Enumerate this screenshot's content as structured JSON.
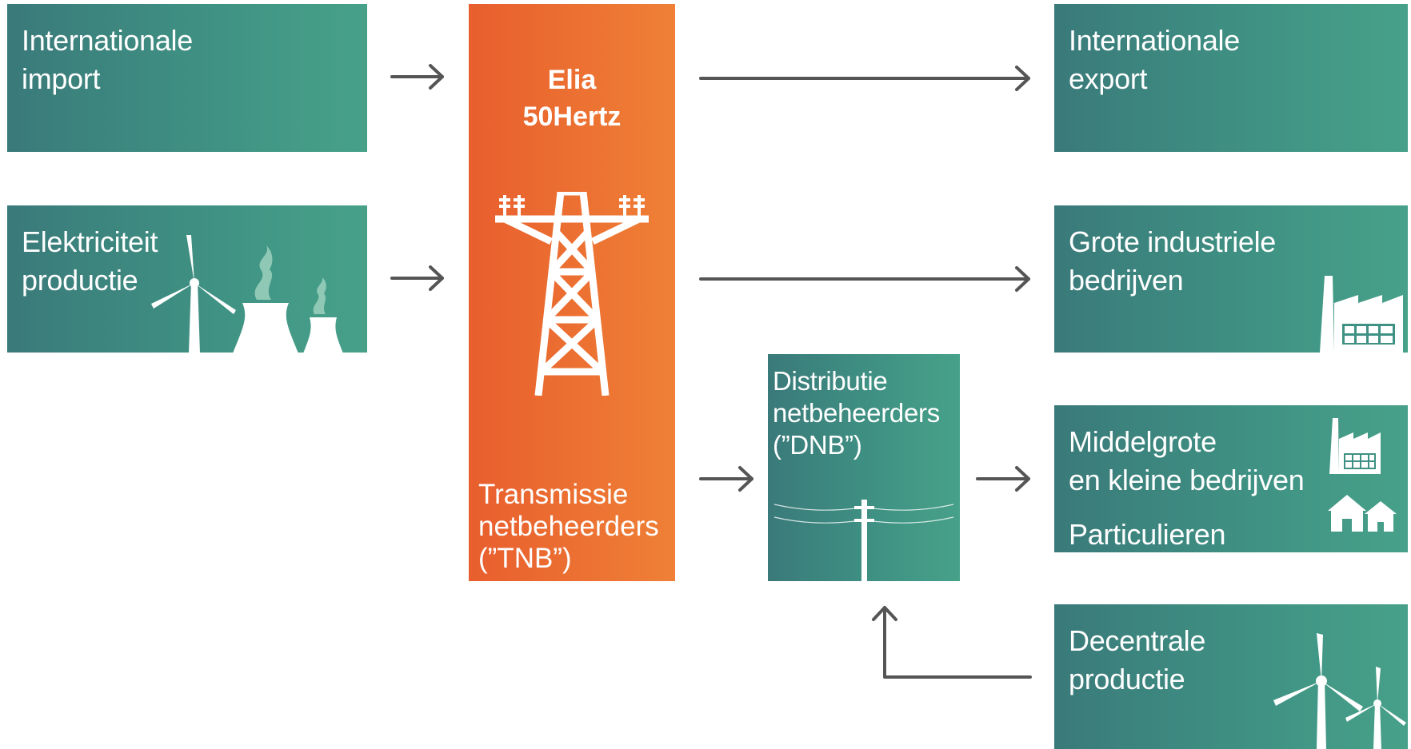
{
  "colors": {
    "teal_start": "#3a7a7a",
    "teal_end": "#47a189",
    "orange_start": "#e85e2e",
    "orange_end": "#ef8036",
    "arrow": "#555555",
    "icon": "#ffffff"
  },
  "sources": {
    "import": {
      "line1": "Internationale",
      "line2": "import"
    },
    "production": {
      "line1": "Elektriciteit",
      "line2": "productie",
      "icons": [
        "wind-turbine-icon",
        "cooling-tower-icon"
      ]
    }
  },
  "tso": {
    "name1": "Elia",
    "name2": "50Hertz",
    "label1": "Transmissie",
    "label2": "netbeheerders",
    "label3": "(”TNB”)",
    "icon": "transmission-tower-icon"
  },
  "dso": {
    "line1": "Distributie",
    "line2": "netbeheerders",
    "line3": "(”DNB”)",
    "icon": "utility-pole-icon"
  },
  "consumers": {
    "export": {
      "line1": "Internationale",
      "line2": "export"
    },
    "industry": {
      "line1": "Grote industriele",
      "line2": "bedrijven",
      "icon": "factory-icon"
    },
    "sme": {
      "line1": "Middelgrote",
      "line2": "en kleine bedrijven",
      "line3": "Particulieren",
      "icons": [
        "factory-icon",
        "house-icon"
      ]
    },
    "decentral": {
      "line1": "Decentrale",
      "line2": "productie",
      "icon": "wind-turbine-icon"
    }
  }
}
